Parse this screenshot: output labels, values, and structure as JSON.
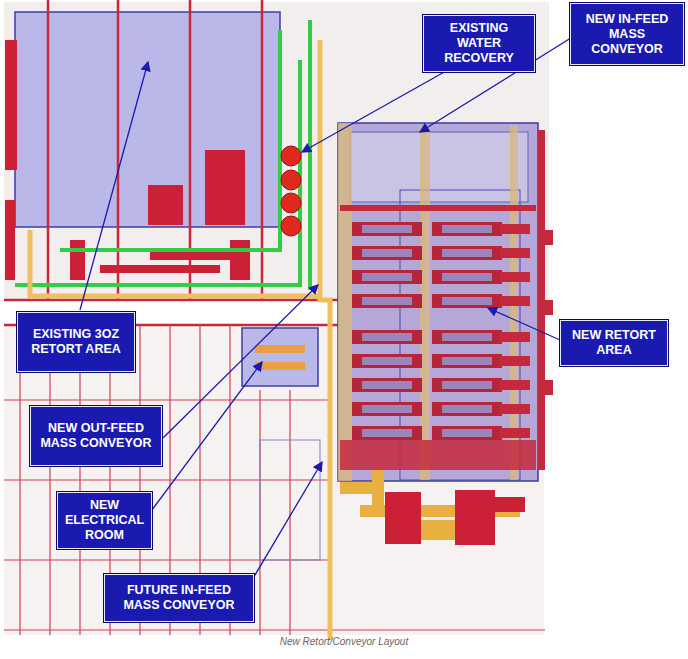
{
  "diagram": {
    "caption": "New Retort/Conveyor Layout",
    "nodes": [
      {
        "text": [
          "NEW IN-FEED MASS CONVEYOR"
        ]
      },
      {
        "text": [
          "EXISTING WATER RECOVERY"
        ]
      },
      {
        "text": [
          "EXISTING 3OZ RETORT AREA"
        ]
      },
      {
        "text": [
          "NEW RETORT AREA"
        ]
      },
      {
        "text": [
          "NEW OUT-FEED MASS CONVEYOR"
        ]
      },
      {
        "text": [
          "NEW ELECTRICAL ROOM"
        ]
      },
      {
        "text": [
          "FUTURE IN-FEED MASS CONVEYOR"
        ]
      }
    ]
  }
}
